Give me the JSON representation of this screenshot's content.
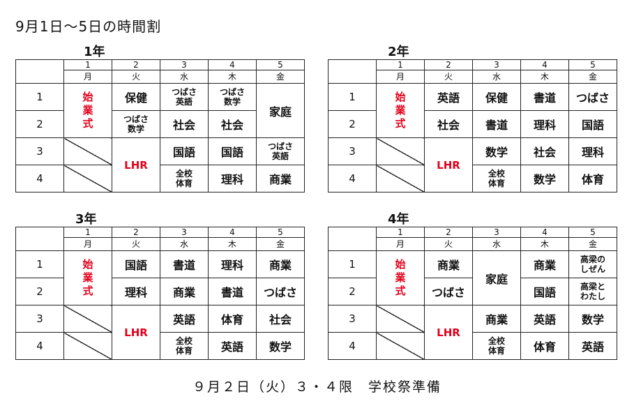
{
  "page_title": "9月1日〜5日の時間割",
  "header_numbers": [
    "1",
    "2",
    "3",
    "4",
    "5"
  ],
  "header_days": [
    "月",
    "火",
    "水",
    "木",
    "金"
  ],
  "periods": [
    "1",
    "2",
    "3",
    "4"
  ],
  "event_label": "始\n業\n式",
  "lhr_label": "LHR",
  "grades": [
    {
      "title": "1年",
      "rows": [
        [
          "保健",
          "つばさ\n英語",
          "つばさ\n数学",
          "家庭"
        ],
        [
          "つばさ\n数学",
          "社会",
          "社会"
        ],
        [
          "国語",
          "国語",
          "つばさ\n英語"
        ],
        [
          "全校\n体育",
          "理科",
          "商業"
        ]
      ]
    },
    {
      "title": "2年",
      "rows": [
        [
          "英語",
          "保健",
          "書道",
          "つばさ"
        ],
        [
          "社会",
          "書道",
          "理科",
          "国語"
        ],
        [
          "数学",
          "社会",
          "理科"
        ],
        [
          "全校\n体育",
          "数学",
          "体育"
        ]
      ]
    },
    {
      "title": "3年",
      "rows": [
        [
          "国語",
          "書道",
          "理科",
          "商業"
        ],
        [
          "理科",
          "商業",
          "書道",
          "つばさ"
        ],
        [
          "英語",
          "体育",
          "社会"
        ],
        [
          "全校\n体育",
          "英語",
          "数学"
        ]
      ]
    },
    {
      "title": "4年",
      "rows": [
        [
          "商業",
          "家庭",
          "商業",
          "高梁の\nしぜん"
        ],
        [
          "つばさ",
          "国語",
          "高梁と\nわたし"
        ],
        [
          "商業",
          "英語",
          "数学"
        ],
        [
          "全校\n体育",
          "体育",
          "英語"
        ]
      ]
    }
  ],
  "bottom_note": "９月２日（火）３・４限　学校祭準備"
}
